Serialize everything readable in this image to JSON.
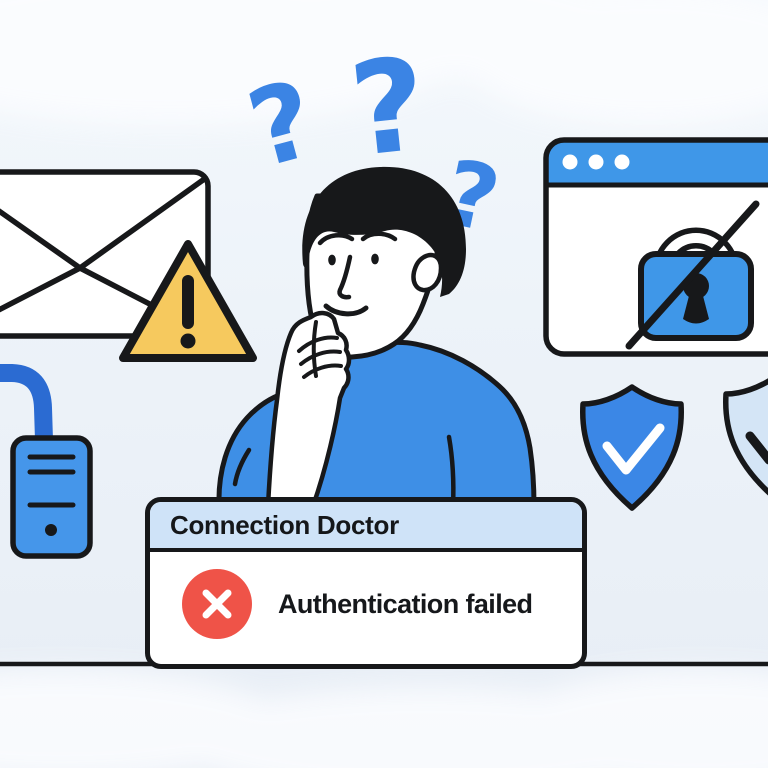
{
  "window": {
    "title": "Connection Doctor",
    "message": "Authentication failed",
    "title_bar_color": "#cfe3f8",
    "error_icon": "x-circle",
    "error_icon_color": "#ef5348"
  },
  "illustration": {
    "background_color": "#edf3f9",
    "outline_color": "#17181a",
    "accent_blue": "#3e8fe6",
    "cable_blue": "#2b6bd2",
    "light_blue": "#d4e5f6",
    "warning_yellow": "#f6c95e",
    "question_mark": "?",
    "icons": [
      {
        "name": "question-marks-icon",
        "color": "#3b84e4"
      },
      {
        "name": "email-envelope-icon",
        "color": "#ffffff"
      },
      {
        "name": "warning-triangle-icon",
        "color": "#f6c95e"
      },
      {
        "name": "server-device-icon",
        "color": "#4596ea"
      },
      {
        "name": "power-cable-icon",
        "color": "#2b6bd2"
      },
      {
        "name": "browser-window-icon",
        "color": "#3f97e8"
      },
      {
        "name": "crossed-padlock-icon",
        "color": "#3f97e8"
      },
      {
        "name": "shield-check-icon",
        "color": "#3b87e6"
      },
      {
        "name": "shield-check-light-icon",
        "color": "#d4e5f6"
      },
      {
        "name": "error-x-circle-icon",
        "color": "#ef5348"
      }
    ],
    "person": {
      "shirt_color": "#3e8fe6",
      "hair_color": "#17181a"
    }
  }
}
